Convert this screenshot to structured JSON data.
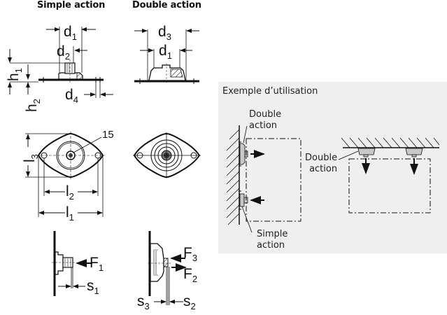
{
  "headers": {
    "simple_action": "Simple action",
    "double_action": "Double action"
  },
  "dimension_labels": {
    "d1": {
      "base": "d",
      "sub": "1"
    },
    "d1_double": {
      "base": "d",
      "sub": "1"
    },
    "d2": {
      "base": "d",
      "sub": "2"
    },
    "d3": {
      "base": "d",
      "sub": "3"
    },
    "d4": {
      "base": "d",
      "sub": "4"
    },
    "h1": {
      "base": "h",
      "sub": "1"
    },
    "h2": {
      "base": "h",
      "sub": "2"
    },
    "l1": {
      "base": "l",
      "sub": "1"
    },
    "l2": {
      "base": "l",
      "sub": "2"
    },
    "l3": {
      "base": "l",
      "sub": "3"
    },
    "callout": "15",
    "F1": {
      "base": "F",
      "sub": "1"
    },
    "F2": {
      "base": "F",
      "sub": "2"
    },
    "F3": {
      "base": "F",
      "sub": "3"
    },
    "s1": {
      "base": "s",
      "sub": "1"
    },
    "s2": {
      "base": "s",
      "sub": "2"
    },
    "s3": {
      "base": "s",
      "sub": "3"
    }
  },
  "usage_example": {
    "title": "Exemple d’utilisation",
    "wall_label_top": [
      "Double",
      "action"
    ],
    "wall_label_bottom": [
      "Simple",
      "action"
    ],
    "ceiling_label": [
      "Double",
      "action"
    ]
  },
  "colors": {
    "panel_bg": "#eeefee",
    "part_fill": "#c8c8c8",
    "ink": "#111111"
  }
}
